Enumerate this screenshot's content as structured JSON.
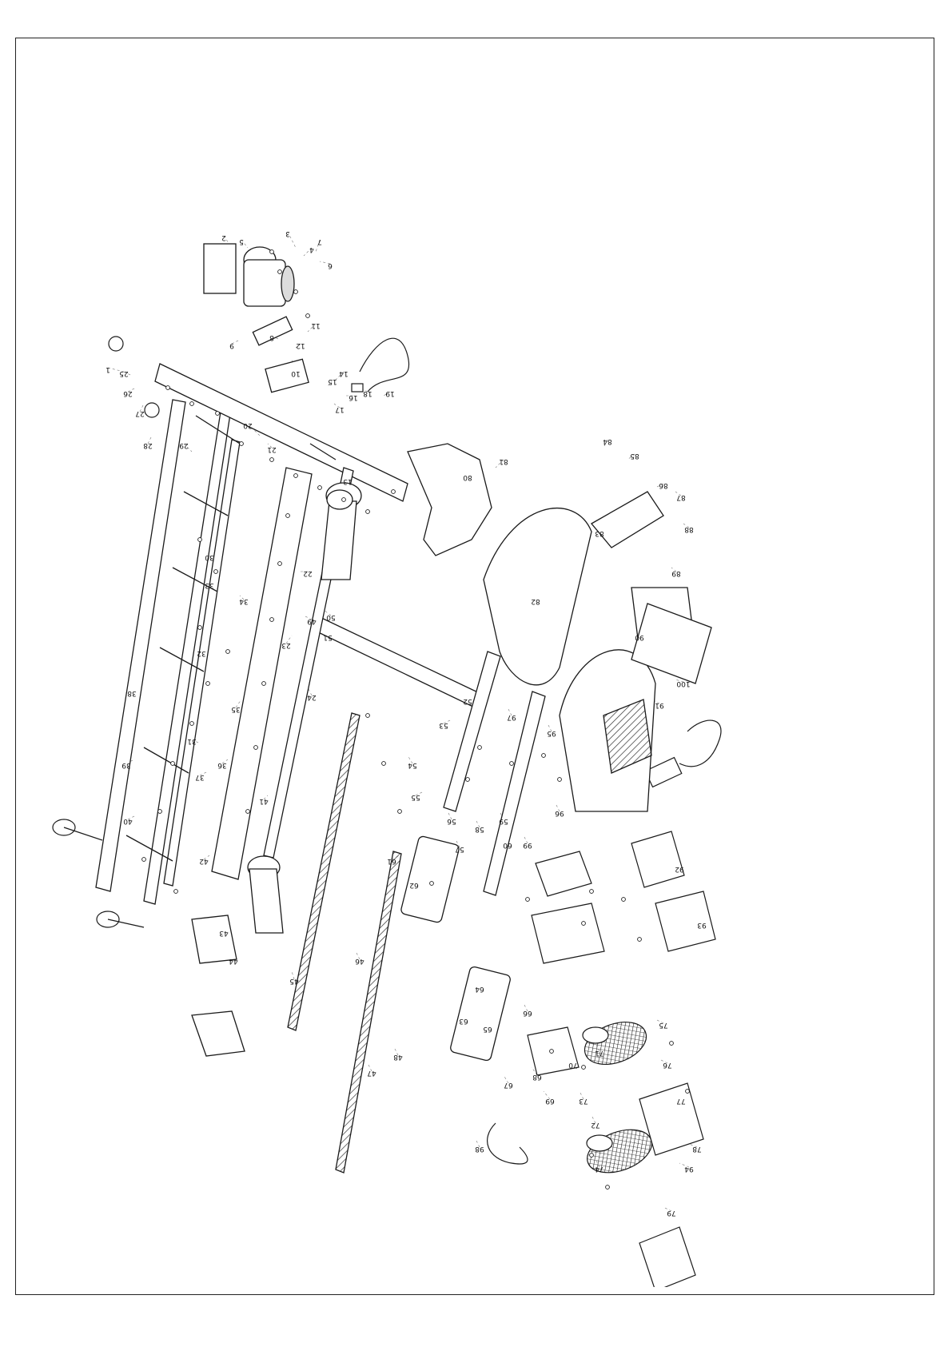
{
  "diagram": {
    "type": "exploded-parts-view",
    "subject": "treadmill",
    "colors": {
      "ink": "#1a1a1a",
      "thin": "#555555",
      "background": "#ffffff",
      "part_fill": "#ffffff",
      "shade": "#dcdcdc",
      "dark": "#2a2a2a"
    },
    "callouts": [
      "1",
      "2",
      "3",
      "4",
      "5",
      "6",
      "7",
      "8",
      "9",
      "10",
      "11",
      "12",
      "13",
      "14",
      "15",
      "16",
      "17",
      "18",
      "19",
      "20",
      "21",
      "22",
      "23",
      "24",
      "25",
      "26",
      "27",
      "28",
      "29",
      "30",
      "31",
      "32",
      "33",
      "34",
      "35",
      "36",
      "37",
      "38",
      "39",
      "40",
      "41",
      "42",
      "43",
      "44",
      "45",
      "46",
      "47",
      "48",
      "49",
      "50",
      "51",
      "52",
      "53",
      "54",
      "55",
      "56",
      "57",
      "58",
      "59",
      "60",
      "61",
      "62",
      "63",
      "64",
      "65",
      "66",
      "67",
      "68",
      "69",
      "70",
      "71",
      "72",
      "73",
      "74",
      "75",
      "76",
      "77",
      "78",
      "79",
      "80",
      "81",
      "82",
      "83",
      "84",
      "85",
      "86",
      "87",
      "88",
      "89",
      "90",
      "91",
      "92",
      "93",
      "94",
      "95",
      "96",
      "97",
      "98",
      "99",
      "100"
    ]
  }
}
